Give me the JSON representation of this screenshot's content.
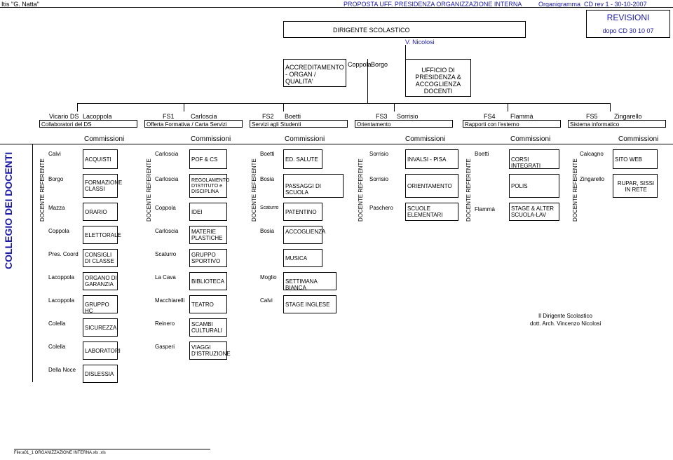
{
  "header": {
    "left": "Itis \"G. Natta\"",
    "center": "PROPOSTA UFF. PRESIDENZA ORGANIZZAZIONE  INTERNA",
    "right": "Organigramma_CD rev 1 - 30-10-2007",
    "revisioni_title": "REVISIONI",
    "revisioni_sub": "dopo CD 30 10 07"
  },
  "dirigente": {
    "title": "DIRIGENTE SCOLASTICO",
    "name": "V. Nicolosi"
  },
  "accreditamento": "ACCREDITAMENTO - ORGAN / QUALITA'",
  "coppola_borgo": {
    "a": "Coppola",
    "b": "Borgo"
  },
  "ufficio": [
    "UFFICIO DI",
    "PRESIDENZA &",
    "ACCOGLIENZA",
    "DOCENTI"
  ],
  "roles": [
    {
      "role": "Vicario DS",
      "name": "Lacoppola",
      "label": "Collaboratori del DS"
    },
    {
      "role": "FS1",
      "name": "Carloscia",
      "label": "Offerta Formativa / Carta Servizi"
    },
    {
      "role": "FS2",
      "name": "Boetti",
      "label": "Servizi agli Studenti"
    },
    {
      "role": "FS3",
      "name": "Sorrisio",
      "label": "Orientamento"
    },
    {
      "role": "FS4",
      "name": "Flammà",
      "label": "Rapporti con l'esterno"
    },
    {
      "role": "FS5",
      "name": "Zingarello",
      "label": "Sistema informatico"
    }
  ],
  "commissioni": [
    "Commissioni",
    "Commissioni",
    "Commissioni",
    "Commissioni",
    "Commissioni",
    "Commissioni"
  ],
  "collegio": "COLLEGIO DEI DOCENTI",
  "docente_referente": "DOCENTE REFERENTE",
  "columns": [
    {
      "rows": [
        {
          "ref": "Calvi",
          "comm": "ACQUISTI"
        },
        {
          "ref": "Borgo",
          "comm": "FORMAZIONE CLASSI"
        },
        {
          "ref": "Mazza",
          "comm": "ORARIO"
        },
        {
          "ref": "Coppola",
          "comm": "ELETTORALE"
        },
        {
          "ref": "Pres. Coord",
          "comm": "CONSIGLI DI CLASSE"
        },
        {
          "ref": "Lacoppola",
          "comm": "ORGANO DI GARANZIA"
        },
        {
          "ref": "Lacoppola",
          "comm": "GRUPPO HC"
        },
        {
          "ref": "Colella",
          "comm": "SICUREZZA"
        },
        {
          "ref": "Colella",
          "comm": "LABORATORI"
        },
        {
          "ref": "Della Noce",
          "comm": "DISLESSIA"
        }
      ]
    },
    {
      "rows": [
        {
          "ref": "Carloscia",
          "comm": "POF & CS"
        },
        {
          "ref": "Carloscia",
          "comm": "REGOLAMENTO D'ISTITUTO e DISCIPLINA"
        },
        {
          "ref": "Coppola",
          "comm": "IDEI"
        },
        {
          "ref": "Carloscia",
          "comm": "MATERIE PLASTICHE"
        },
        {
          "ref": "Scaturro",
          "comm": "GRUPPO SPORTIVO"
        },
        {
          "ref": "La Cava",
          "comm": "BIBLIOTECA"
        },
        {
          "ref": "Macchiarelli",
          "comm": "TEATRO"
        },
        {
          "ref": "Reinero",
          "comm": "SCAMBI CULTURALI"
        },
        {
          "ref": "Gasperi",
          "comm": "VIAGGI D'ISTRUZIONE"
        }
      ]
    },
    {
      "rows": [
        {
          "ref": "Boetti",
          "comm": "ED. SALUTE"
        },
        {
          "ref": "Bosia",
          "comm": "PASSAGGI DI SCUOLA"
        },
        {
          "ref": "Scaturro",
          "comm": "PATENTINO"
        },
        {
          "ref": "Bosia",
          "comm": "ACCOGLIENZA"
        },
        {
          "ref": "",
          "comm": "MUSICA"
        },
        {
          "ref": "Moglio",
          "comm": "SETTIMANA BIANCA"
        },
        {
          "ref": "Calvi",
          "comm": "STAGE INGLESE"
        }
      ]
    },
    {
      "rows": [
        {
          "ref": "Sorrisio",
          "comm": "INVALSI - PISA"
        },
        {
          "ref": "Sorrisio",
          "comm": "ORIENTAMENTO"
        },
        {
          "ref": "Paschero",
          "comm": "SCUOLE ELEMENTARI"
        }
      ]
    },
    {
      "rows": [
        {
          "ref": "Boetti",
          "comm": "CORSI INTEGRATI"
        },
        {
          "ref": "",
          "comm": "POLIS"
        },
        {
          "ref": "Flammà",
          "comm": "STAGE & ALTER SCUOLA-LAV"
        }
      ]
    },
    {
      "rows": [
        {
          "ref": "Calcagno",
          "comm": "SITO WEB"
        },
        {
          "ref": "Zingarello",
          "comm": "RUPAR, SISSI IN RETE"
        }
      ]
    }
  ],
  "signature": {
    "line1": "Il Dirigente Scolastico",
    "line2": "dott. Arch. Vincenzo Nicolosi"
  },
  "footer": "File:a01_1 ORGANIZZAZIONE INTERNA.xls .xls"
}
